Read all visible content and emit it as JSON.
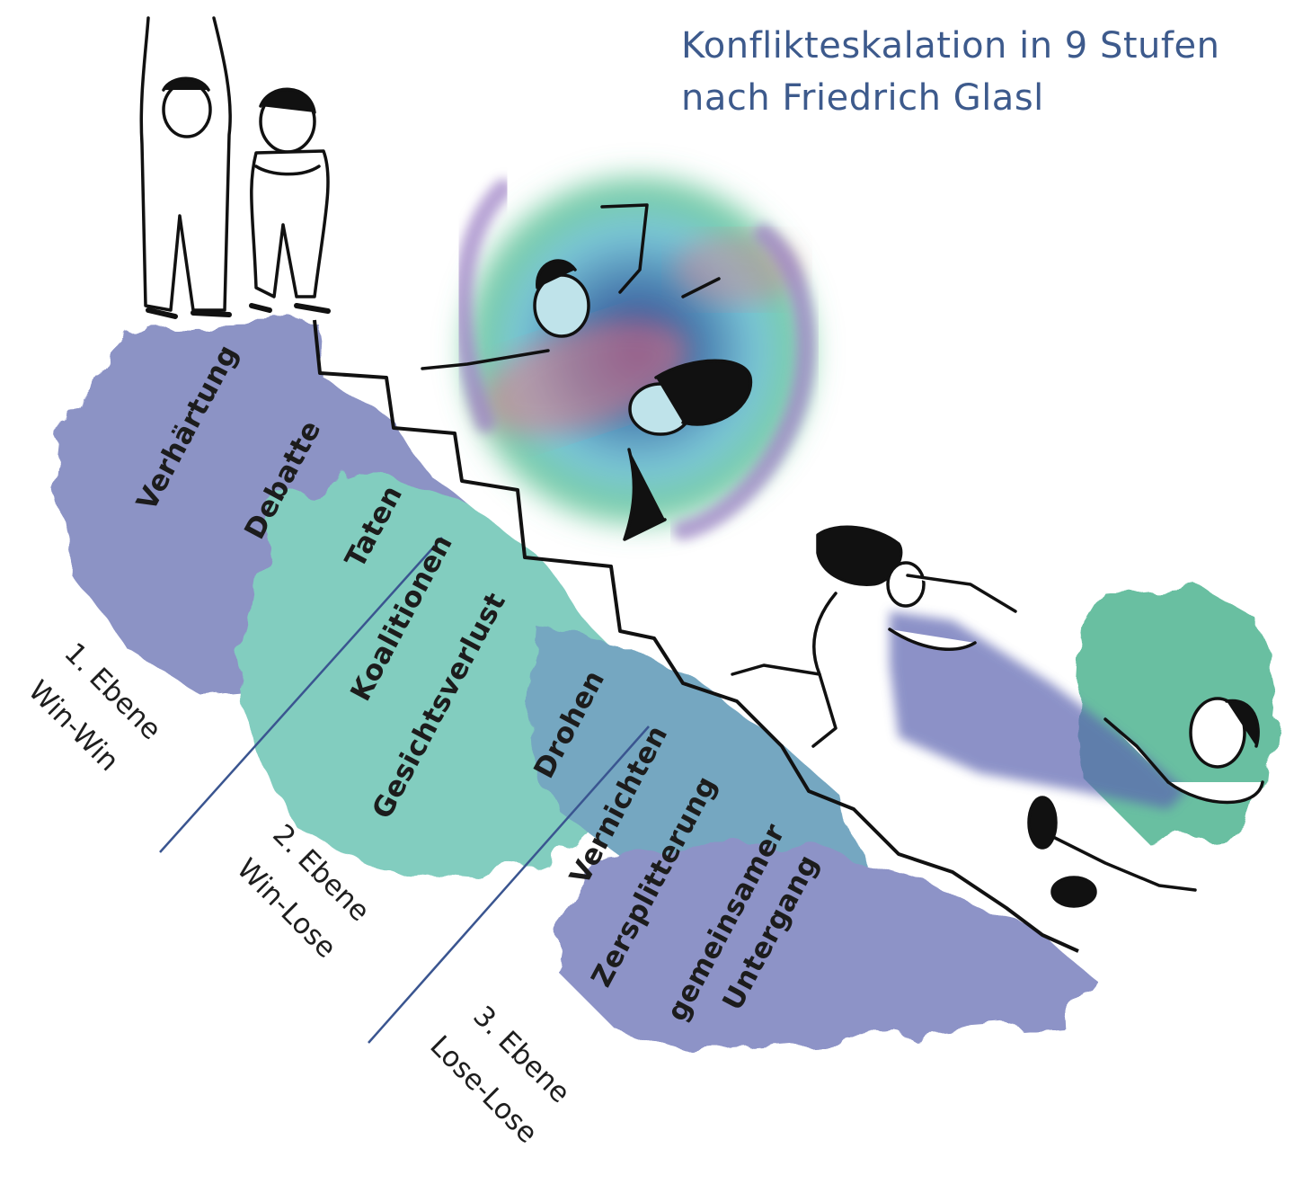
{
  "title": {
    "line1": "Konflikteskalation in 9 Stufen",
    "line2": "nach Friedrich Glasl"
  },
  "stages": [
    "Verhärtung",
    "Debatte",
    "Taten",
    "Koalitionen",
    "Gesichtsverlust",
    "Drohen",
    "Vernichten",
    "Zersplitterung",
    "gemeinsamer",
    "Untergang"
  ],
  "levels": [
    {
      "number": "1. Ebene",
      "type": "Win-Win"
    },
    {
      "number": "2. Ebene",
      "type": "Win-Lose"
    },
    {
      "number": "3. Ebene",
      "type": "Lose-Lose"
    }
  ],
  "colors": {
    "title": "#3d5a8c",
    "watercolor_blue": "#6f78b8",
    "watercolor_teal": "#5cbfaa",
    "watercolor_green": "#3fae87",
    "divider_line": "#3a5590",
    "ink": "#111111"
  }
}
